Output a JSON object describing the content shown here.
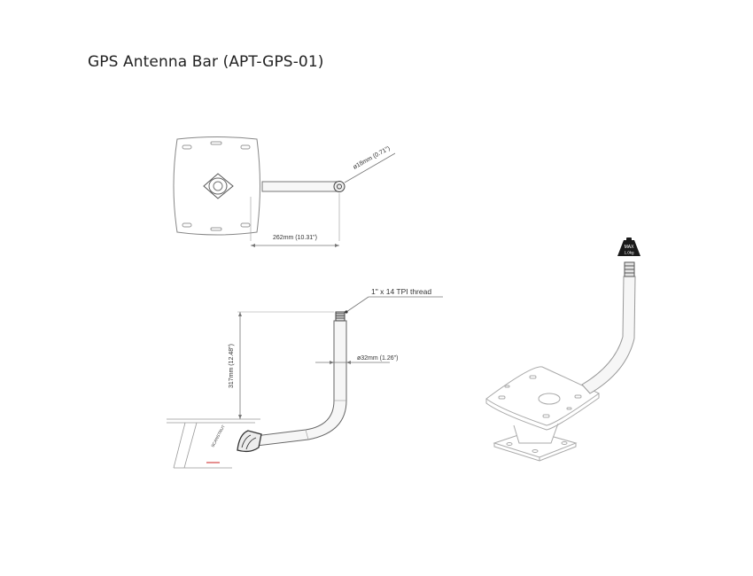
{
  "title": "GPS Antenna Bar  (APT-GPS-01)",
  "top_view": {
    "bar_length_label": "262mm (10.31\")",
    "bar_diameter_label": "ø18mm (0.71\")"
  },
  "side_view": {
    "thread_label": "1\" x 14 TPI thread",
    "height_label": "317mm (12.48\")",
    "tube_diameter_label": "ø32mm (1.26\")",
    "brand_mark": "SCANSTRUT"
  },
  "load_badge": {
    "line1": "MAX",
    "line2": "1.0kg",
    "color": "#1a1a1a"
  },
  "colors": {
    "line": "#555555",
    "light_line": "#aaaaaa",
    "tube_fill": "#f4f4f4",
    "accent": "#cc2222"
  }
}
